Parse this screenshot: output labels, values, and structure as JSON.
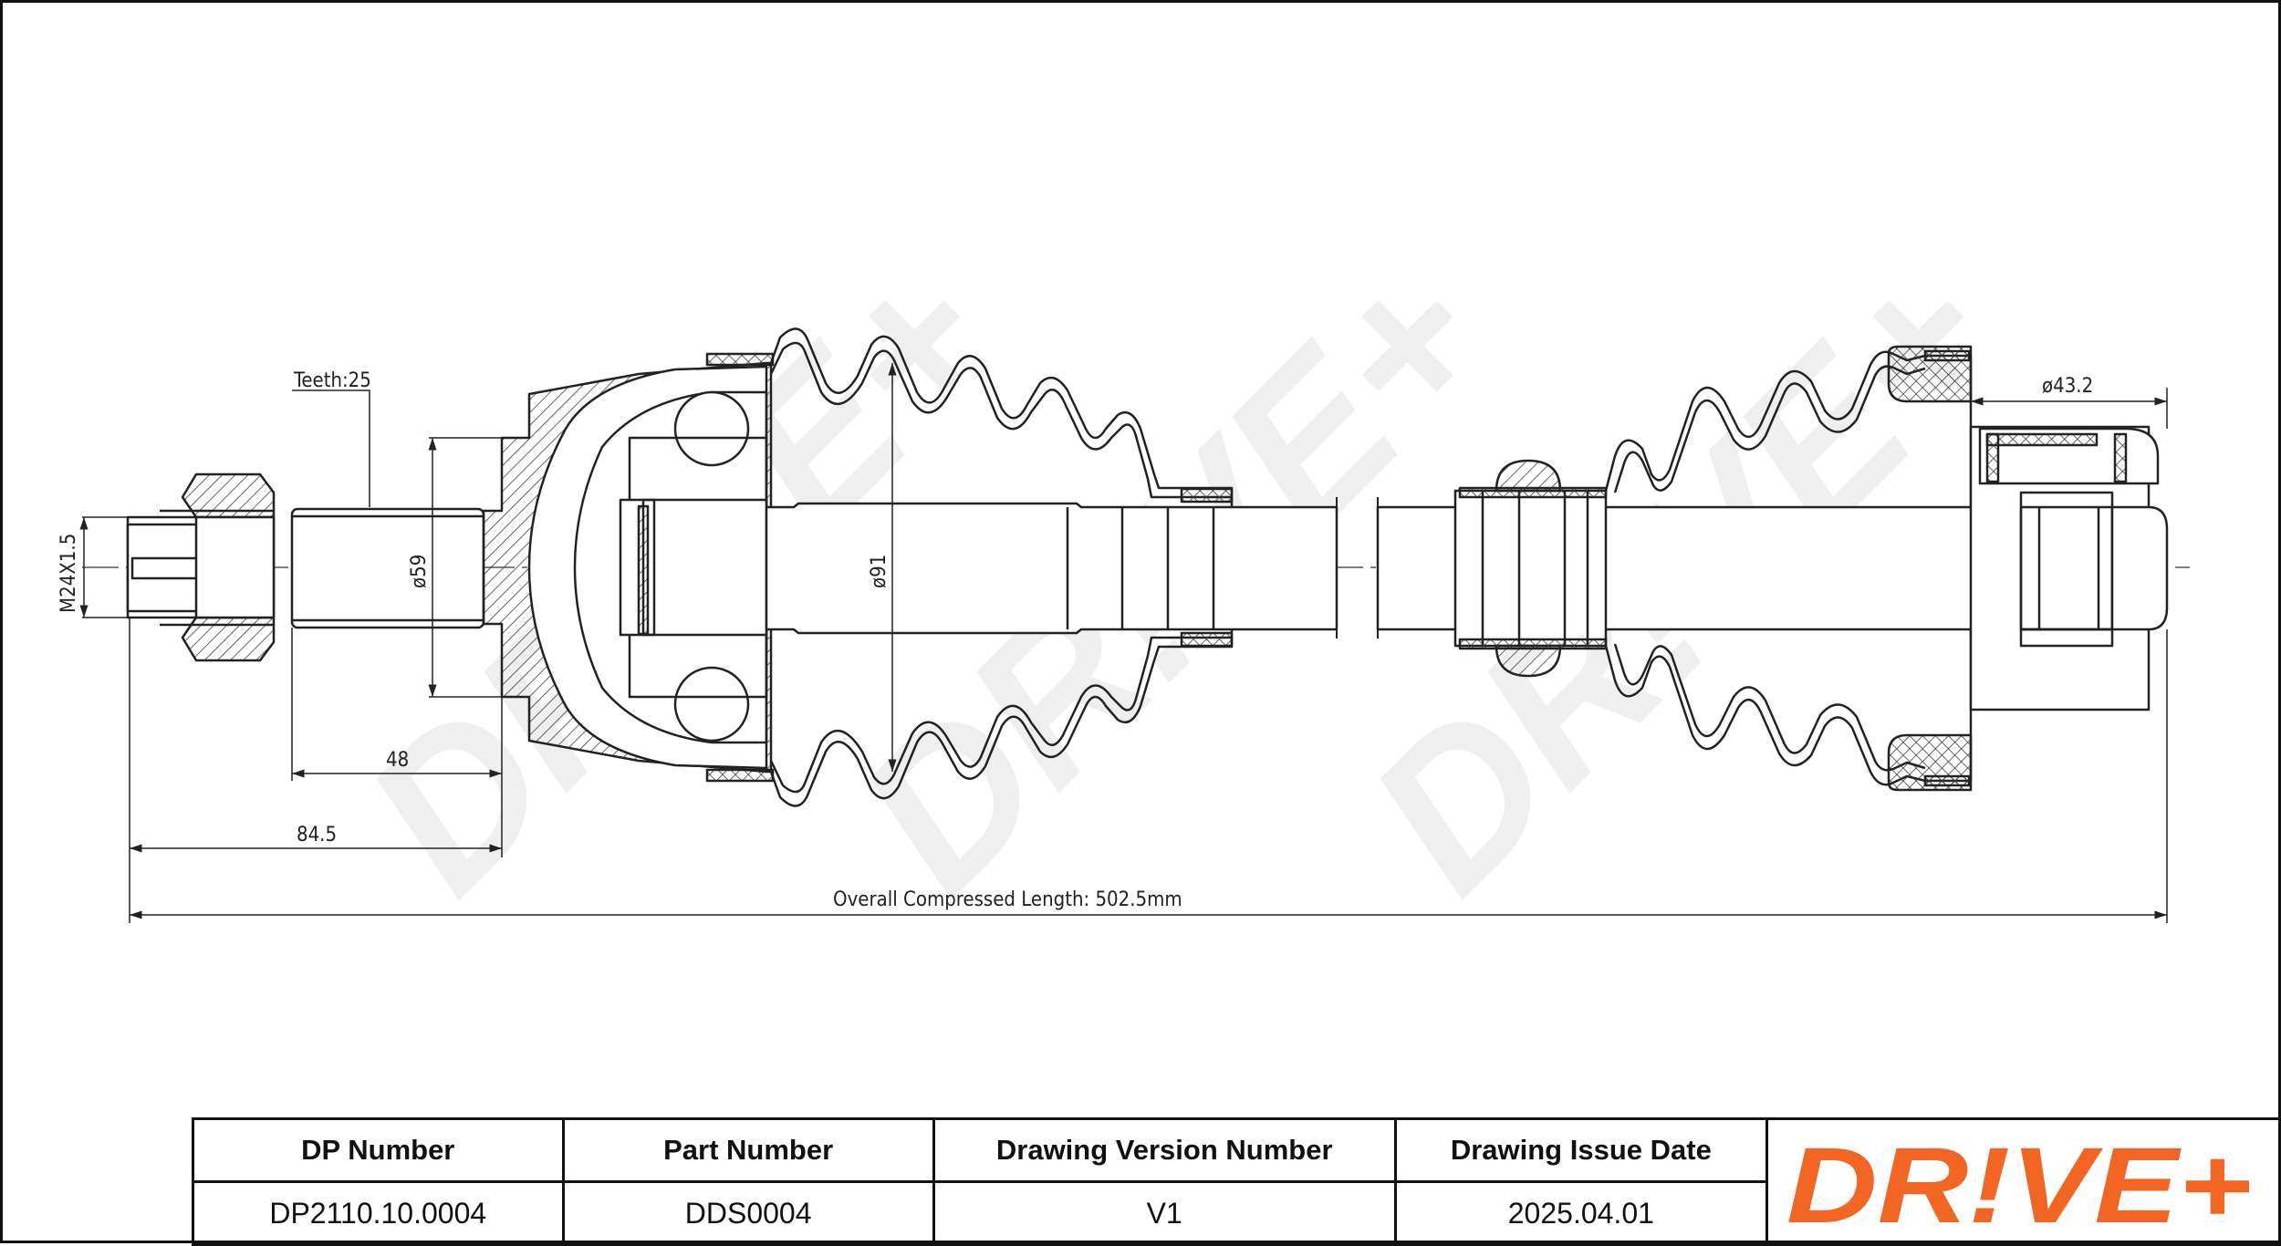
{
  "annotations": {
    "teeth": "Teeth:25",
    "thread": "M24X1.5",
    "dia_59": "ø59",
    "dia_91": "ø91",
    "dia_43": "ø43.2",
    "len_48": "48",
    "len_84": "84.5",
    "overall": "Overall Compressed Length: 502.5mm"
  },
  "title_block": {
    "headers": [
      "DP Number",
      "Part Number",
      "Drawing Version Number",
      "Drawing Issue Date"
    ],
    "values": [
      "DP2110.10.0004",
      "DDS0004",
      "V1",
      "2025.04.01"
    ]
  },
  "logo": {
    "text": "DR!VE+",
    "color": "#f26522"
  },
  "watermark": {
    "text": "DR!VE+",
    "color": "#efefef"
  }
}
